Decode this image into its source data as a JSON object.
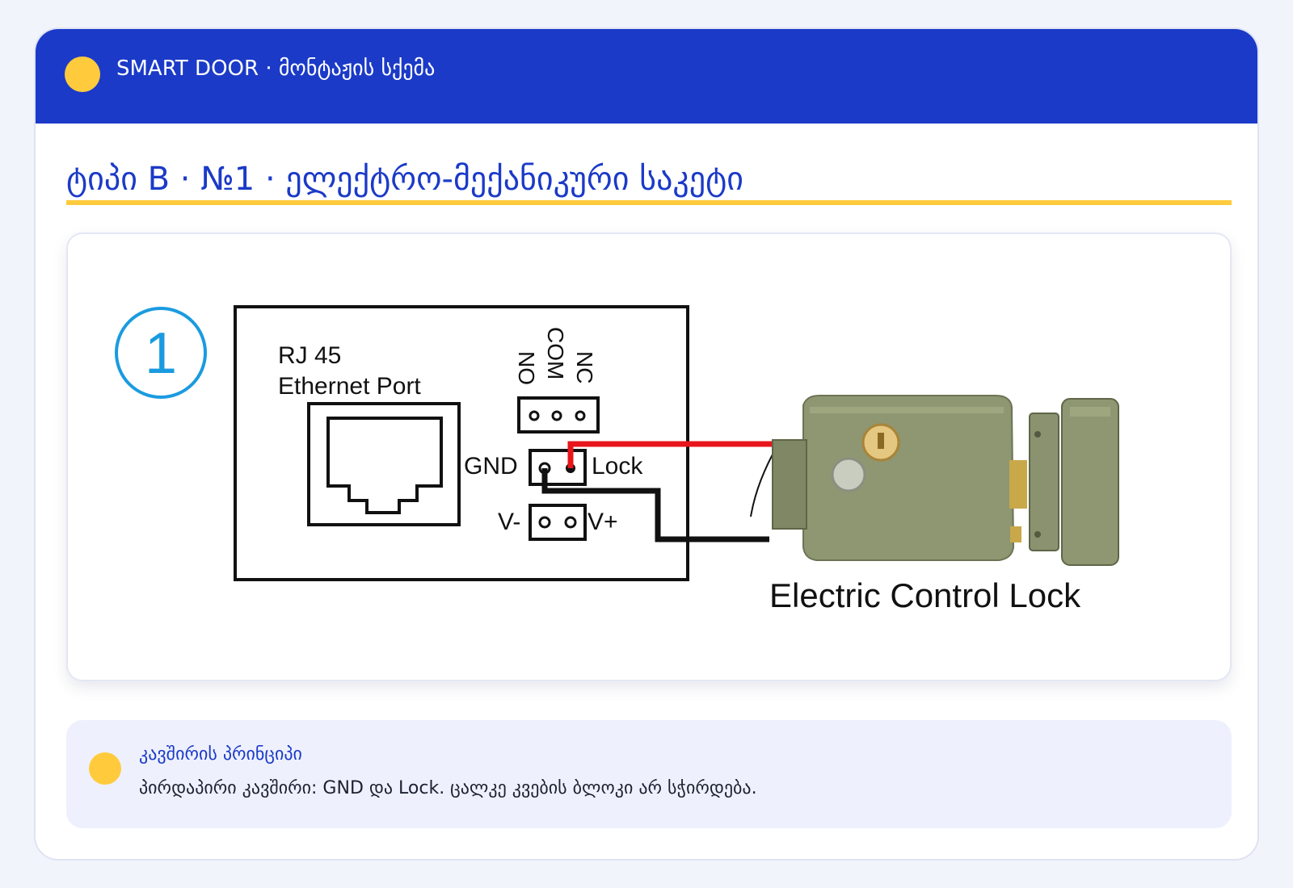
{
  "header": {
    "title": "SMART DOOR · მონტაჟის სქემა"
  },
  "section": {
    "title": "ტიპი B · №1 · ელექტრო-მექანიკური საკეტი"
  },
  "diagram": {
    "step_number": "1",
    "port_label_line1": "RJ 45",
    "port_label_line2": "Ethernet Port",
    "relay_labels": [
      "NO",
      "COM",
      "NC"
    ],
    "gnd_label": "GND",
    "lock_label": "Lock",
    "v_minus_label": "V-",
    "v_plus_label": "V+",
    "device_label": "Electric Control Lock",
    "wire_colors": {
      "lock": "#e8151b",
      "gnd": "#111111"
    }
  },
  "note": {
    "title": "კავშირის პრინციპი",
    "text": "პირდაპირი კავშირი: GND და Lock. ცალკე კვების ბლოკი არ სჭირდება."
  },
  "colors": {
    "accent": "#1b3ac8",
    "highlight": "#ffcb3d",
    "step_circle": "#1a9be0"
  }
}
